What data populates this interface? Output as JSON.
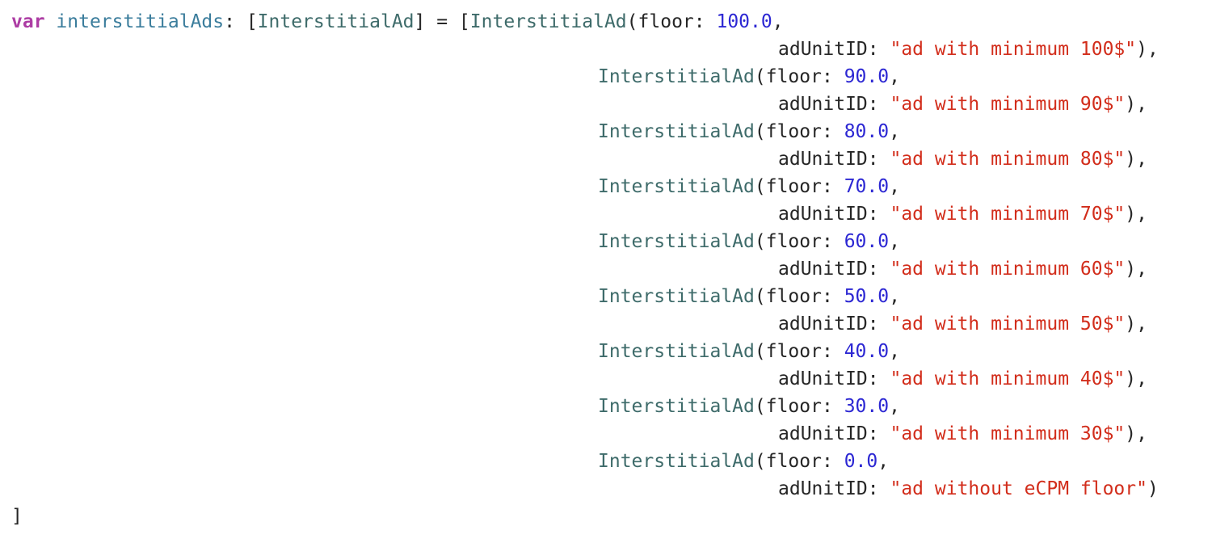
{
  "code": {
    "keyword": "var",
    "variable": "interstitialAds",
    "type_annotation": "InterstitialAd",
    "type_name": "InterstitialAd",
    "param_floor": "floor:",
    "param_ad_unit": "adUnitID:",
    "closing_bracket": "]",
    "entries": [
      {
        "floor": "100.0",
        "ad_unit_id": "\"ad with minimum 100$\"",
        "trail": "),"
      },
      {
        "floor": "90.0",
        "ad_unit_id": "\"ad with minimum 90$\"",
        "trail": "),"
      },
      {
        "floor": "80.0",
        "ad_unit_id": "\"ad with minimum 80$\"",
        "trail": "),"
      },
      {
        "floor": "70.0",
        "ad_unit_id": "\"ad with minimum 70$\"",
        "trail": "),"
      },
      {
        "floor": "60.0",
        "ad_unit_id": "\"ad with minimum 60$\"",
        "trail": "),"
      },
      {
        "floor": "50.0",
        "ad_unit_id": "\"ad with minimum 50$\"",
        "trail": "),"
      },
      {
        "floor": "40.0",
        "ad_unit_id": "\"ad with minimum 40$\"",
        "trail": "),"
      },
      {
        "floor": "30.0",
        "ad_unit_id": "\"ad with minimum 30$\"",
        "trail": "),"
      },
      {
        "floor": "0.0",
        "ad_unit_id": "\"ad without eCPM floor\"",
        "trail": ")"
      }
    ]
  },
  "colors": {
    "keyword": "#ad3da4",
    "declaration": "#3b7d9c",
    "type": "#3e6b6a",
    "number": "#2c27d3",
    "string": "#d22d1b",
    "plain": "#262626",
    "background": "#ffffff"
  }
}
